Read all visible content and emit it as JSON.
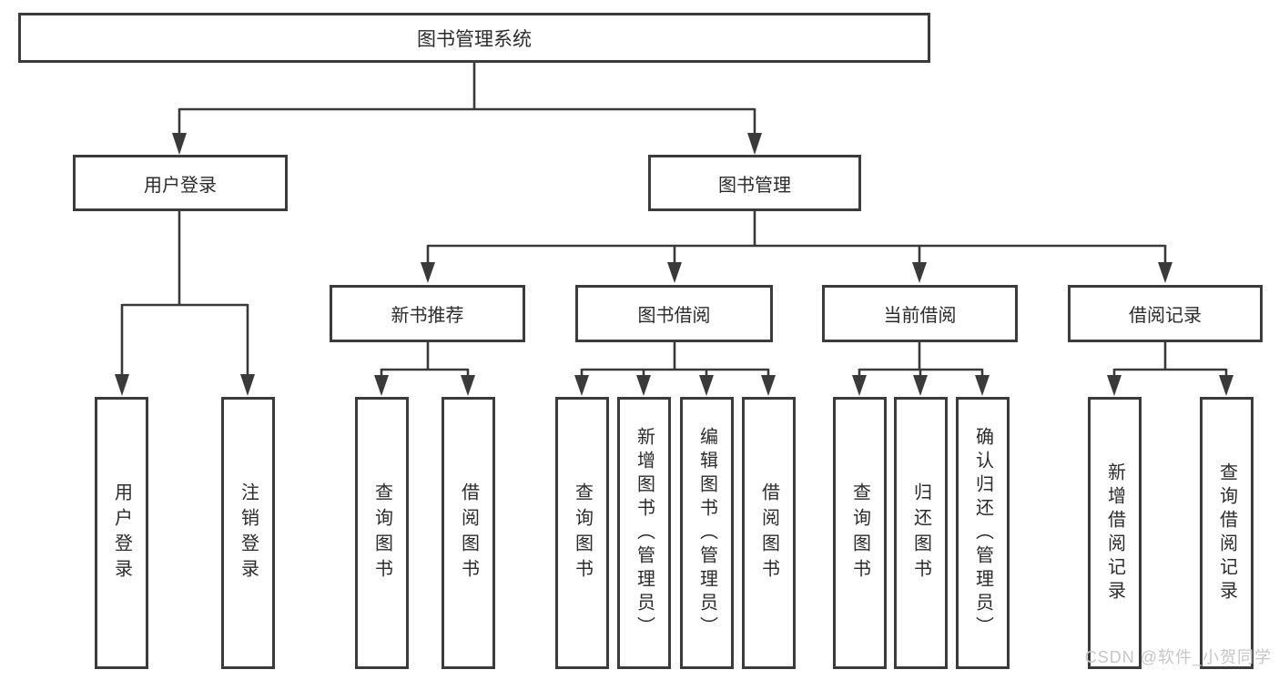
{
  "diagram": {
    "root": "图书管理系统",
    "branches": [
      {
        "label": "用户登录",
        "leaves": [
          "用户登录",
          "注销登录"
        ]
      },
      {
        "label": "图书管理",
        "groups": [
          {
            "label": "新书推荐",
            "leaves": [
              "查询图书",
              "借阅图书"
            ]
          },
          {
            "label": "图书借阅",
            "leaves": [
              "查询图书",
              "新增图书（管理员）",
              "编辑图书（管理员）",
              "借阅图书"
            ]
          },
          {
            "label": "当前借阅",
            "leaves": [
              "查询图书",
              "归还图书",
              "确认归还（管理员）"
            ]
          },
          {
            "label": "借阅记录",
            "leaves": [
              "新增借阅记录",
              "查询借阅记录"
            ]
          }
        ]
      }
    ]
  },
  "watermark": "CSDN @软件_小贺同学",
  "colors": {
    "line": "#3a3a3a",
    "box_border": "#3b3b3b",
    "text": "#2b2b2b",
    "watermark": "#c6c6c6",
    "background": "#ffffff"
  }
}
